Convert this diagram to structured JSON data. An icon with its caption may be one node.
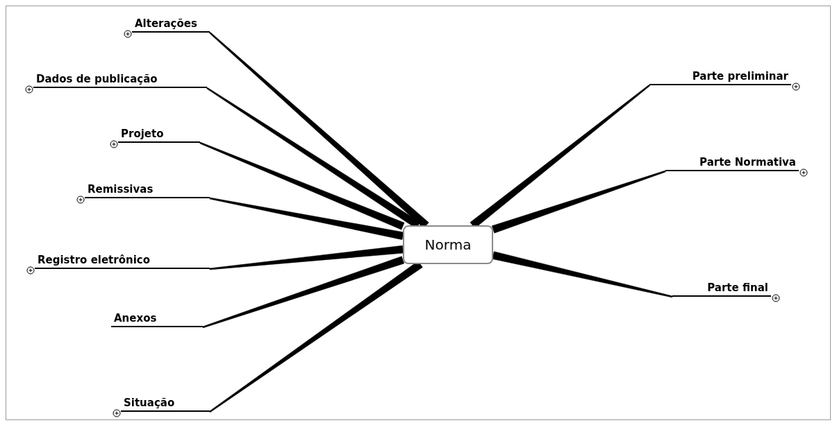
{
  "diagram": {
    "nodes": [
      {
        "text": [
          "Norma"
        ]
      },
      {
        "text": [
          "Alterações"
        ]
      },
      {
        "text": [
          "Dados de publicação"
        ]
      },
      {
        "text": [
          "Projeto"
        ]
      },
      {
        "text": [
          "Remissivas"
        ]
      },
      {
        "text": [
          "Registro eletrônico"
        ]
      },
      {
        "text": [
          "Anexos"
        ]
      },
      {
        "text": [
          "Situação"
        ]
      },
      {
        "text": [
          "Parte preliminar"
        ]
      },
      {
        "text": [
          "Parte Normativa"
        ]
      },
      {
        "text": [
          "Parte final"
        ]
      }
    ],
    "edges": [
      {
        "from": 0,
        "to": 1,
        "arrow": "none"
      },
      {
        "from": 0,
        "to": 2,
        "arrow": "none"
      },
      {
        "from": 0,
        "to": 3,
        "arrow": "none"
      },
      {
        "from": 0,
        "to": 4,
        "arrow": "none"
      },
      {
        "from": 0,
        "to": 5,
        "arrow": "none"
      },
      {
        "from": 0,
        "to": 6,
        "arrow": "none"
      },
      {
        "from": 0,
        "to": 7,
        "arrow": "none"
      },
      {
        "from": 0,
        "to": 8,
        "arrow": "none"
      },
      {
        "from": 0,
        "to": 9,
        "arrow": "none"
      },
      {
        "from": 0,
        "to": 10,
        "arrow": "none"
      }
    ]
  }
}
